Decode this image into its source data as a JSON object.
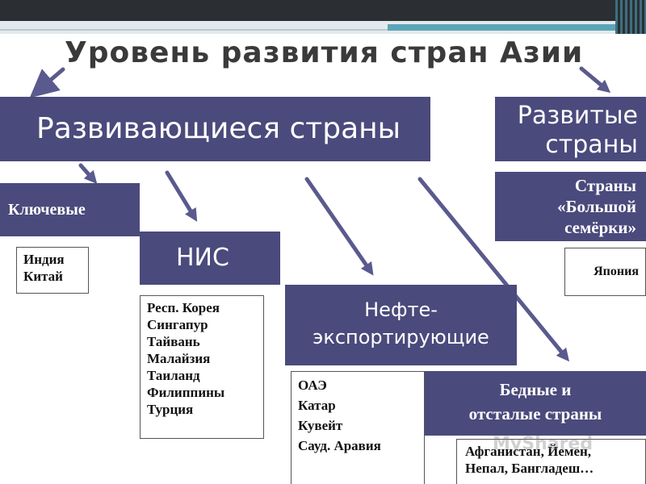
{
  "title": "Уровень развития стран Азии",
  "nodes": {
    "developing": "Развивающиеся страны",
    "developed": "Развитые\nстраны",
    "key": "Ключевые",
    "g7": "Страны\n«Большой\nсемёрки»",
    "nis": "НИС",
    "oil": "Нефте-\nэкспортирующие",
    "poor": "Бедные и\nотсталые страны"
  },
  "lists": {
    "key": "Индия\nКитай",
    "japan": "Япония",
    "nis": "Респ. Корея\nСингапур\nТайвань\nМалайзия\nТаиланд\nФилиппины\nТурция",
    "oil": "ОАЭ\nКатар\nКувейт\nСауд. Аравия",
    "poor": "Афганистан, Йемен,\nНепал, Бангладеш…"
  },
  "watermark": "MyShared",
  "colors": {
    "box_fill": "#4a4a7c",
    "arrow": "#5a5a8e",
    "title": "#3a3a3a"
  }
}
